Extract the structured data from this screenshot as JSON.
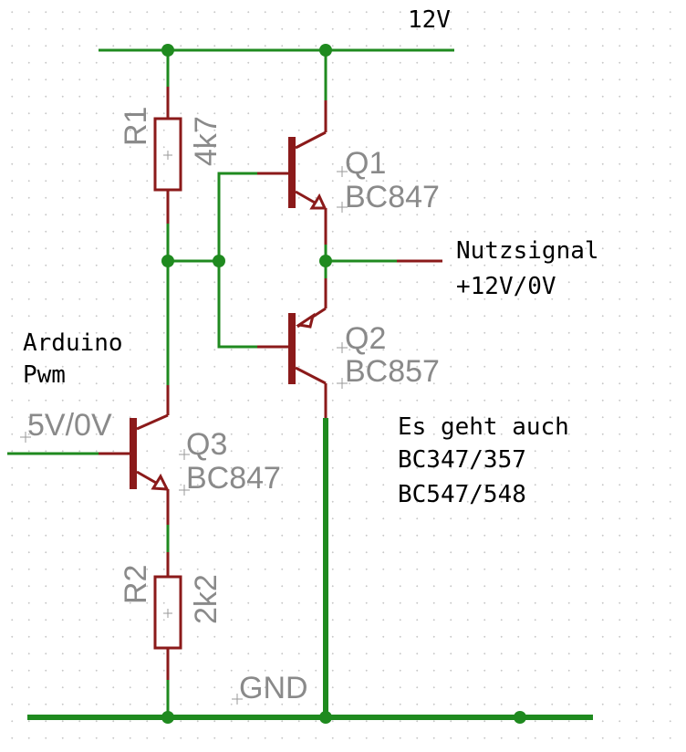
{
  "colors": {
    "wire": "#1f8a1f",
    "component": "#8b1a1a",
    "label": "#8a8a8a",
    "grid": "#c8c8c8"
  },
  "labels": {
    "supply": "12V",
    "output_line1": "Nutzsignal",
    "output_line2": "+12V/0V",
    "input_line1": "Arduino",
    "input_line2": "Pwm",
    "input_level": "5V/0V",
    "gnd": "GND",
    "note_line1": "Es geht auch",
    "note_line2": "BC347/357",
    "note_line3": "BC547/548"
  },
  "components": {
    "r1": {
      "name": "R1",
      "value": "4k7"
    },
    "r2": {
      "name": "R2",
      "value": "2k2"
    },
    "q1": {
      "name": "Q1",
      "value": "BC847"
    },
    "q2": {
      "name": "Q2",
      "value": "BC857"
    },
    "q3": {
      "name": "Q3",
      "value": "BC847"
    }
  }
}
